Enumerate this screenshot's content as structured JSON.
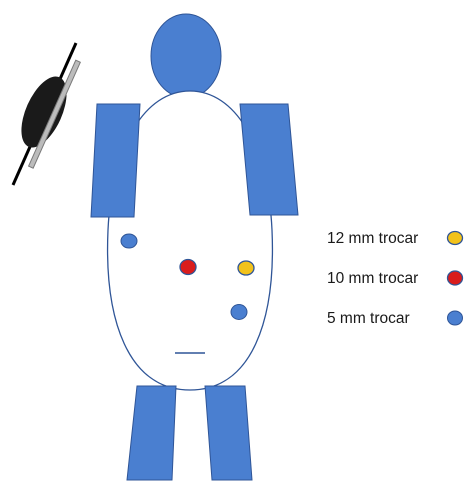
{
  "colors": {
    "body_fill": "#4a7fd0",
    "body_stroke": "#2f5597",
    "torso_stroke": "#2f5597",
    "trocar_12mm": "#f2c21b",
    "trocar_10mm": "#d91c1c",
    "trocar_5mm": "#4a7fd0",
    "monitor_fill": "#1a1a1a",
    "monitor_screen": "#bcbcbc",
    "monitor_stand": "#000000",
    "background": "#ffffff"
  },
  "legend": [
    {
      "label": "12 mm trocar",
      "color_key": "trocar_12mm",
      "icon": "yellow-circle-icon"
    },
    {
      "label": "10 mm trocar",
      "color_key": "trocar_10mm",
      "icon": "red-circle-icon"
    },
    {
      "label": "5 mm trocar",
      "color_key": "trocar_5mm",
      "icon": "blue-circle-icon"
    }
  ],
  "ports": [
    {
      "type": "5 mm trocar",
      "color_key": "trocar_5mm",
      "location": "left upper"
    },
    {
      "type": "10 mm trocar",
      "color_key": "trocar_10mm",
      "location": "center"
    },
    {
      "type": "12 mm trocar",
      "color_key": "trocar_12mm",
      "location": "right middle"
    },
    {
      "type": "5 mm trocar",
      "color_key": "trocar_5mm",
      "location": "right lower"
    }
  ]
}
